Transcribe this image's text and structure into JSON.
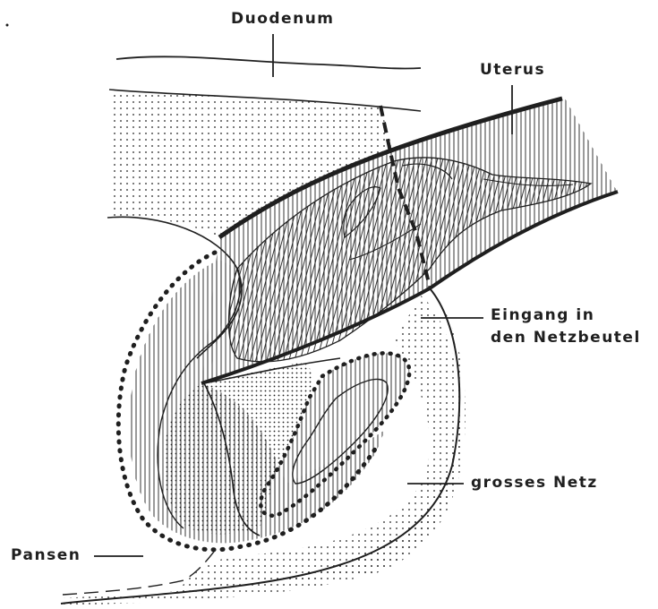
{
  "labels": {
    "duodenum": "Duodenum",
    "uterus": "Uterus",
    "eingang_line1": "Eingang in",
    "eingang_line2": "den Netzbeutel",
    "grosses_netz": "grosses Netz",
    "pansen": "Pansen"
  },
  "colors": {
    "ink": "#1f1f1f",
    "background": "#ffffff"
  }
}
